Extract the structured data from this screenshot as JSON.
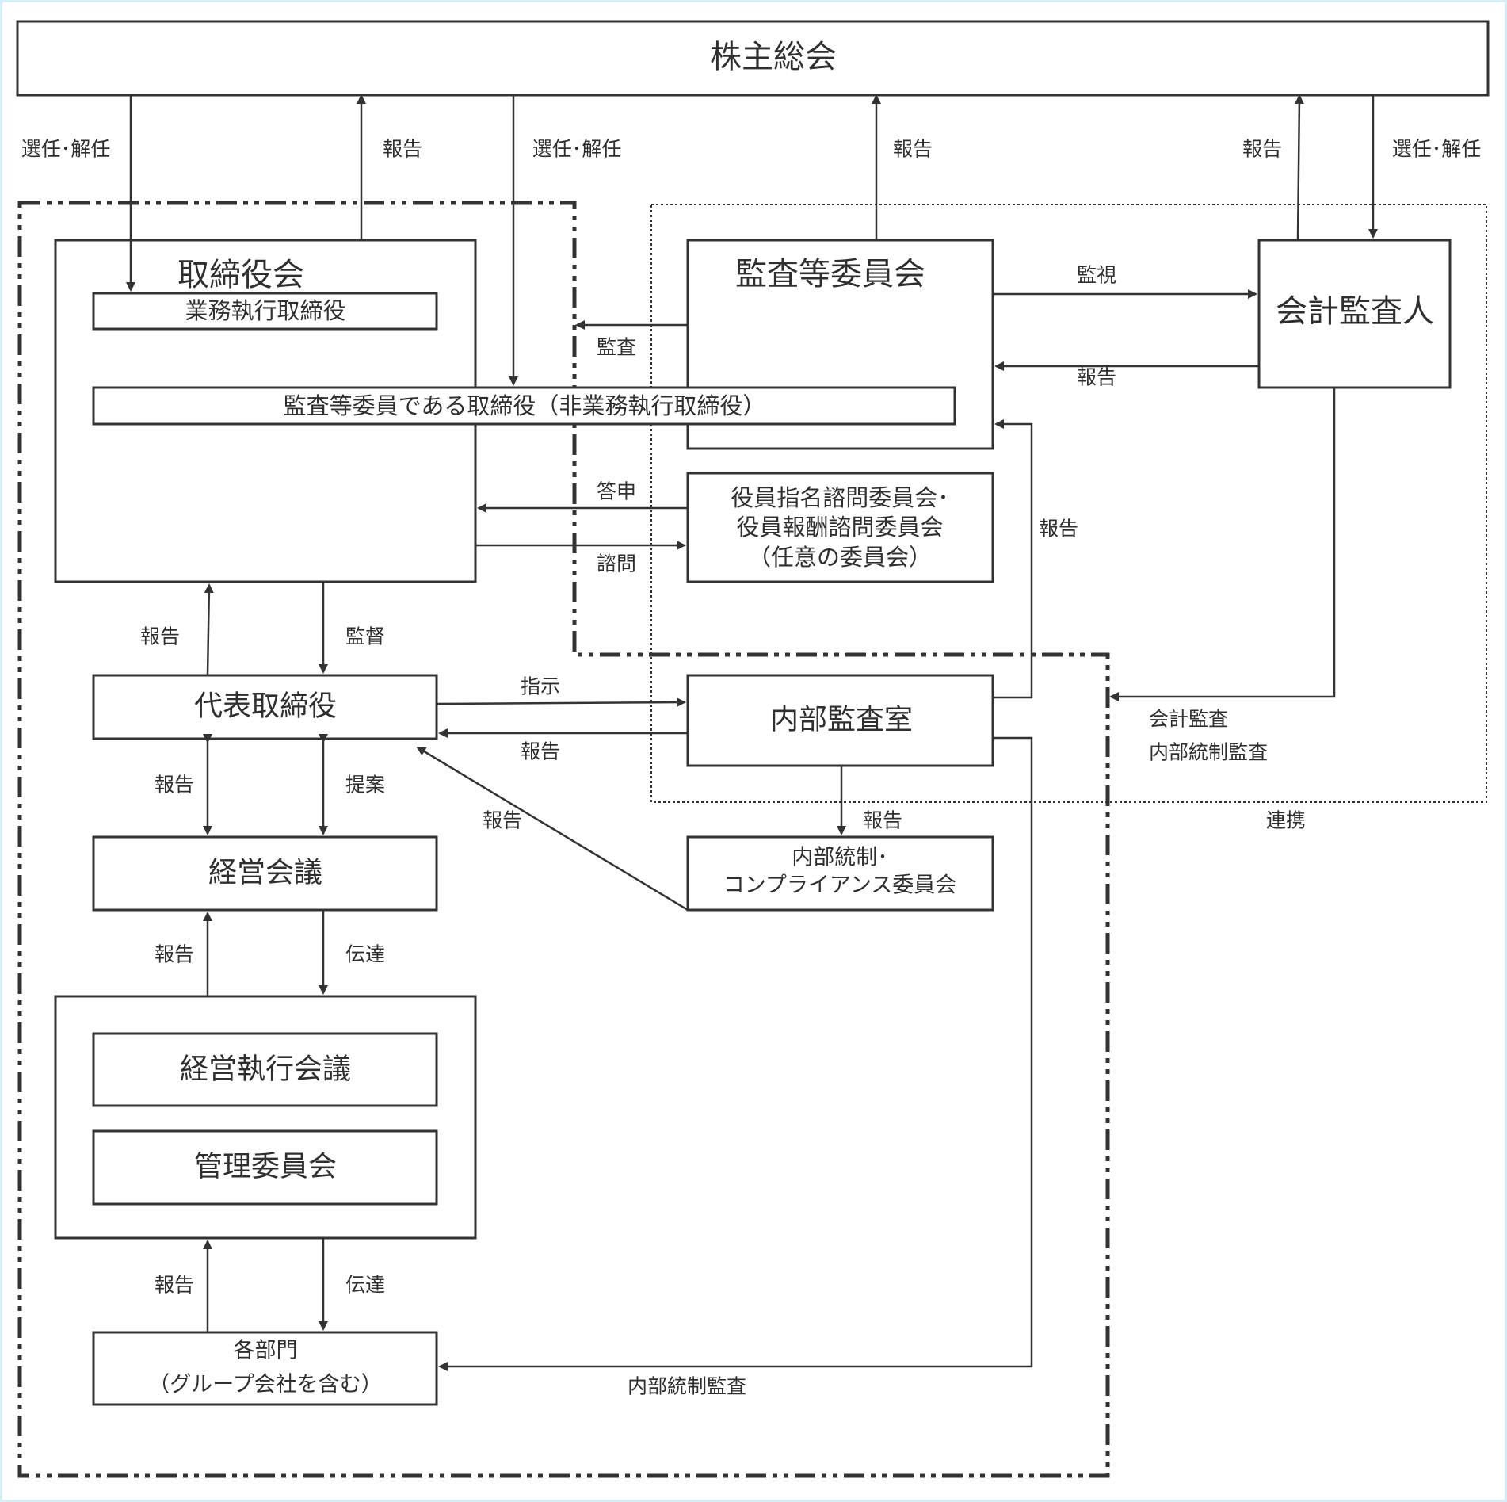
{
  "colors": {
    "line": "#333333",
    "text": "#2f2f2f",
    "frame": "#d8eef6",
    "background": "#ffffff"
  },
  "nodes": {
    "shareholders_meeting": "株主総会",
    "board_of_directors": "取締役会",
    "executive_directors": "業務執行取締役",
    "audit_committee_directors": "監査等委員である取締役（非業務執行取締役）",
    "audit_committee": "監査等委員会",
    "accounting_auditor": "会計監査人",
    "advisory_committee_lines": [
      "役員指名諮問委員会･",
      "役員報酬諮問委員会",
      "（任意の委員会）"
    ],
    "representative_director": "代表取締役",
    "internal_audit_office": "内部監査室",
    "management_council": "経営会議",
    "compliance_committee_lines": [
      "内部統制･",
      "コンプライアンス委員会"
    ],
    "executive_council": "経営執行会議",
    "management_committee": "管理委員会",
    "departments_lines": [
      "各部門",
      "（グループ会社を含む）"
    ]
  },
  "edge_labels": {
    "appoint_dismiss_board": "選任･解任",
    "report_board_to_shareholders": "報告",
    "appoint_dismiss_audit_directors": "選任･解任",
    "report_audit_to_shareholders": "報告",
    "report_auditor_to_shareholders": "報告",
    "appoint_dismiss_auditor": "選任･解任",
    "monitor": "監視",
    "report_auditor_to_audit": "報告",
    "audit": "監査",
    "advisory_answer": "答申",
    "consultation": "諮問",
    "report_internal_to_audit": "報告",
    "report_rep_to_board": "報告",
    "supervision": "監督",
    "instruction": "指示",
    "report_internal_to_rep": "報告",
    "accounting_audit": "会計監査",
    "internal_control_audit": "内部統制監査",
    "report_council_to_rep": "報告",
    "proposal": "提案",
    "report_compliance_to_rep": "報告",
    "report_internal_to_compliance": "報告",
    "cooperation": "連携",
    "report_exec_to_council": "報告",
    "communication_council": "伝達",
    "report_dept_to_exec": "報告",
    "communication_exec": "伝達",
    "internal_control_audit_departments": "内部統制監査"
  }
}
